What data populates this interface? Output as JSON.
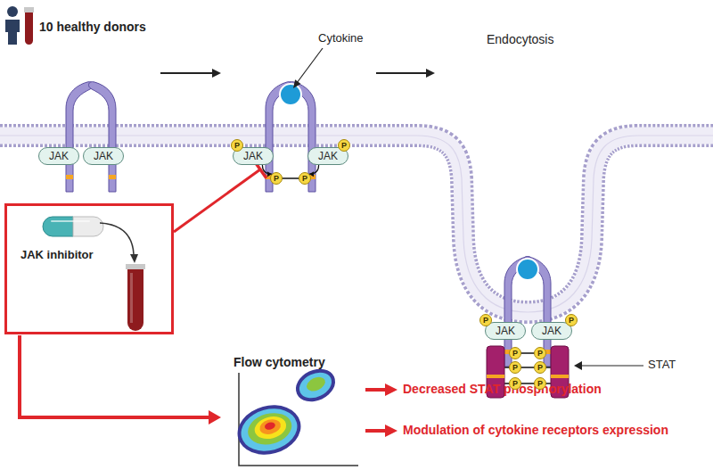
{
  "diagram": {
    "nodes": [
      {
        "text": [
          "JAK"
        ]
      },
      {
        "text": [
          "JAK"
        ]
      },
      {
        "text": [
          "P"
        ]
      },
      {
        "text": [
          "P"
        ]
      },
      {
        "text": [
          "JAK"
        ]
      },
      {
        "text": [
          "JAK"
        ]
      },
      {
        "text": [
          "P"
        ]
      },
      {
        "text": [
          "P"
        ]
      },
      {
        "text": [
          "JAK inhibitor"
        ]
      },
      {
        "text": [
          "P"
        ]
      },
      {
        "text": [
          "P"
        ]
      },
      {
        "text": [
          "JAK"
        ]
      },
      {
        "text": [
          "JAK"
        ]
      },
      {
        "text": [
          "P"
        ]
      },
      {
        "text": [
          "P"
        ]
      },
      {
        "text": [
          "P"
        ]
      },
      {
        "text": [
          "P"
        ]
      },
      {
        "text": [
          "P"
        ]
      },
      {
        "text": [
          "P"
        ]
      }
    ],
    "edges": [
      {
        "from": 4,
        "to": 6,
        "arrow": "to"
      },
      {
        "from": 5,
        "to": 7,
        "arrow": "to"
      }
    ],
    "labels": [
      "10 healthy donors",
      "Cytokine",
      "Endocytosis",
      "STAT",
      "Flow cytometry",
      "Decreased STAT phosphorylation",
      "Modulation of cytokine receptors expression"
    ]
  }
}
